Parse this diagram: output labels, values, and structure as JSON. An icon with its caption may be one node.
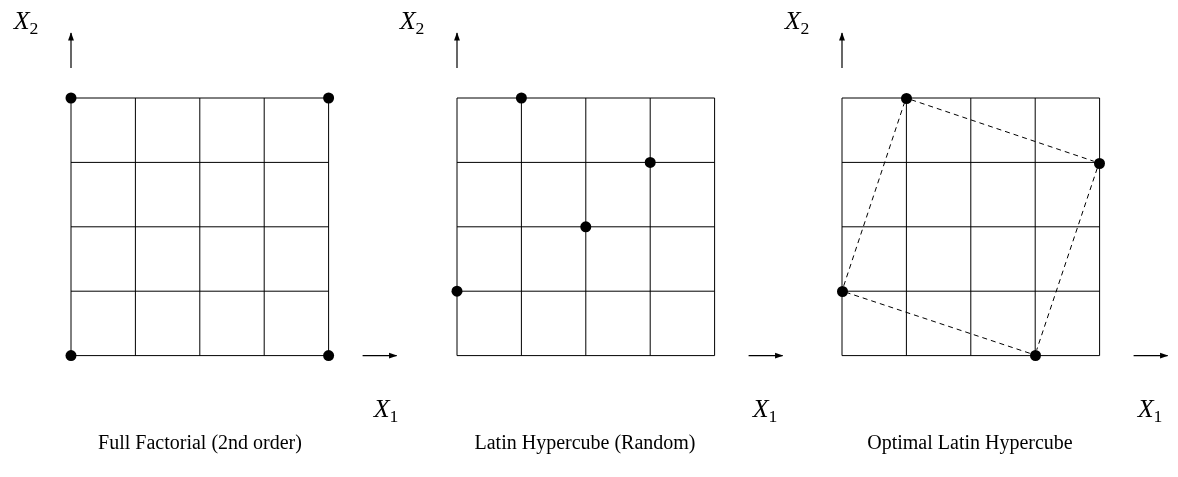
{
  "diagram": {
    "nodes": [
      {
        "text": [],
        "shape": "circle"
      },
      {
        "text": [],
        "shape": "circle"
      },
      {
        "text": [],
        "shape": "circle"
      },
      {
        "text": [],
        "shape": "circle"
      }
    ],
    "edges": [
      {
        "from": 0,
        "to": 1,
        "arrow": "none",
        "style": "dashed"
      },
      {
        "from": 1,
        "to": 3,
        "arrow": "none",
        "style": "dashed"
      },
      {
        "from": 3,
        "to": 2,
        "arrow": "none",
        "style": "dashed"
      },
      {
        "from": 2,
        "to": 0,
        "arrow": "none",
        "style": "dashed"
      }
    ],
    "labels": [
      "*X*$_{2}$",
      "*X*$_{2}$",
      "*X*$_{2}$",
      "*X*$_{1}$",
      "*X*$_{1}$",
      "*X*$_{1}$",
      "Full Factorial (2nd order)",
      "Latin Hypercube (Random)",
      "Optimal Latin Hypercube"
    ]
  }
}
